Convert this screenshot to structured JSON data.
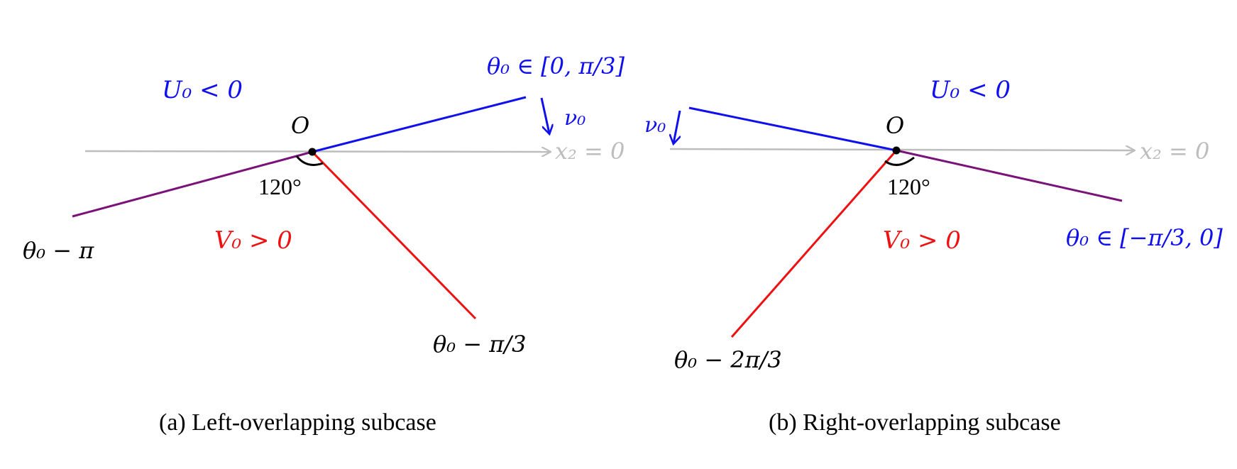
{
  "panels": [
    {
      "id": "a",
      "caption": "(a) Left-overlapping subcase",
      "origin_label": "O",
      "axis_label": "x₂ = 0",
      "angle_label": "120°",
      "blue_region_label": "U₀ < 0",
      "red_region_label": "V₀ > 0",
      "normal_label": "ν₀",
      "blue_ray_label": "θ₀ ∈ [0, π/3]",
      "purple_ray_label": "θ₀ − π",
      "red_ray_label": "θ₀ − π/3"
    },
    {
      "id": "b",
      "caption": "(b) Right-overlapping subcase",
      "origin_label": "O",
      "axis_label": "x₂ = 0",
      "angle_label": "120°",
      "blue_region_label": "U₀ < 0",
      "red_region_label": "V₀ > 0",
      "normal_label": "ν₀",
      "blue_ray_label": "θ₀ ∈ [−π/3, 0]",
      "purple_ray_label": "",
      "red_ray_label": "θ₀ − 2π/3"
    }
  ],
  "colors": {
    "blue": "#1010ee",
    "red": "#ee1111",
    "purple": "#7a127a",
    "axis": "#bdbdbd",
    "point": "#000000"
  }
}
